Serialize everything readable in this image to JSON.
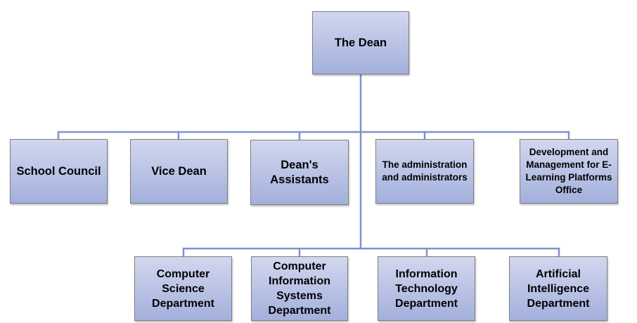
{
  "org_chart": {
    "root": {
      "label": "The Dean"
    },
    "second_level": [
      {
        "id": "council",
        "label": "School Council"
      },
      {
        "id": "vice",
        "label": "Vice Dean"
      },
      {
        "id": "assist",
        "label": "Dean's\nAssistants"
      },
      {
        "id": "admin",
        "label": "The administration\nand administrators"
      },
      {
        "id": "elearn",
        "label": "Development and\nManagement for E-\nLearning Platforms\nOffice"
      }
    ],
    "departments": [
      {
        "id": "cs",
        "label": "Computer\nScience\nDepartment"
      },
      {
        "id": "cis",
        "label": "Computer\nInformation\nSystems\nDepartment"
      },
      {
        "id": "it",
        "label": "Information\nTechnology\nDepartment"
      },
      {
        "id": "ai",
        "label": "Artificial\nIntelligence\nDepartment"
      }
    ]
  },
  "colors": {
    "connector": "#7f93cc",
    "box_border": "#7f7f7f",
    "box_fill_top": "#d2d7ee",
    "box_fill_bottom": "#a3b0dc",
    "text": "#000000"
  }
}
